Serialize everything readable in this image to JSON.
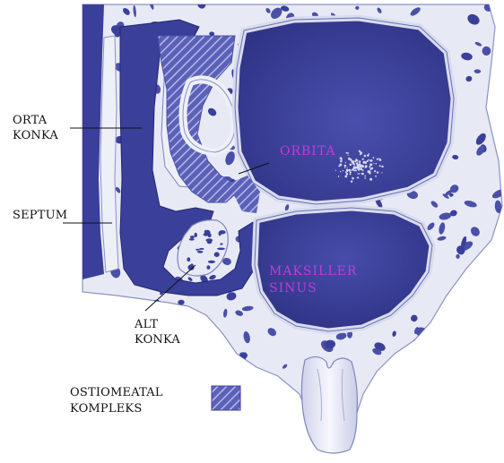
{
  "labels": {
    "orta_konka": [
      "ORTA",
      "KONKA"
    ],
    "septum": "SEPTUM",
    "alt_konka": [
      "ALT",
      "KONKA"
    ],
    "orbita": "ORBITA",
    "maksiller_sinus": [
      "MAKSILLER",
      "SINUS"
    ],
    "legend": [
      "OSTIOMEATAL",
      "KOMPLEKS"
    ]
  },
  "colors": {
    "cavity": "#3a3f9a",
    "cavity_dark": "#2c307f",
    "bone": "#e7eaf4",
    "bone_shadow": "#b9bfdc",
    "inner_label": "#c23bd6",
    "text": "#111111",
    "hatch": "#6f74c6"
  }
}
